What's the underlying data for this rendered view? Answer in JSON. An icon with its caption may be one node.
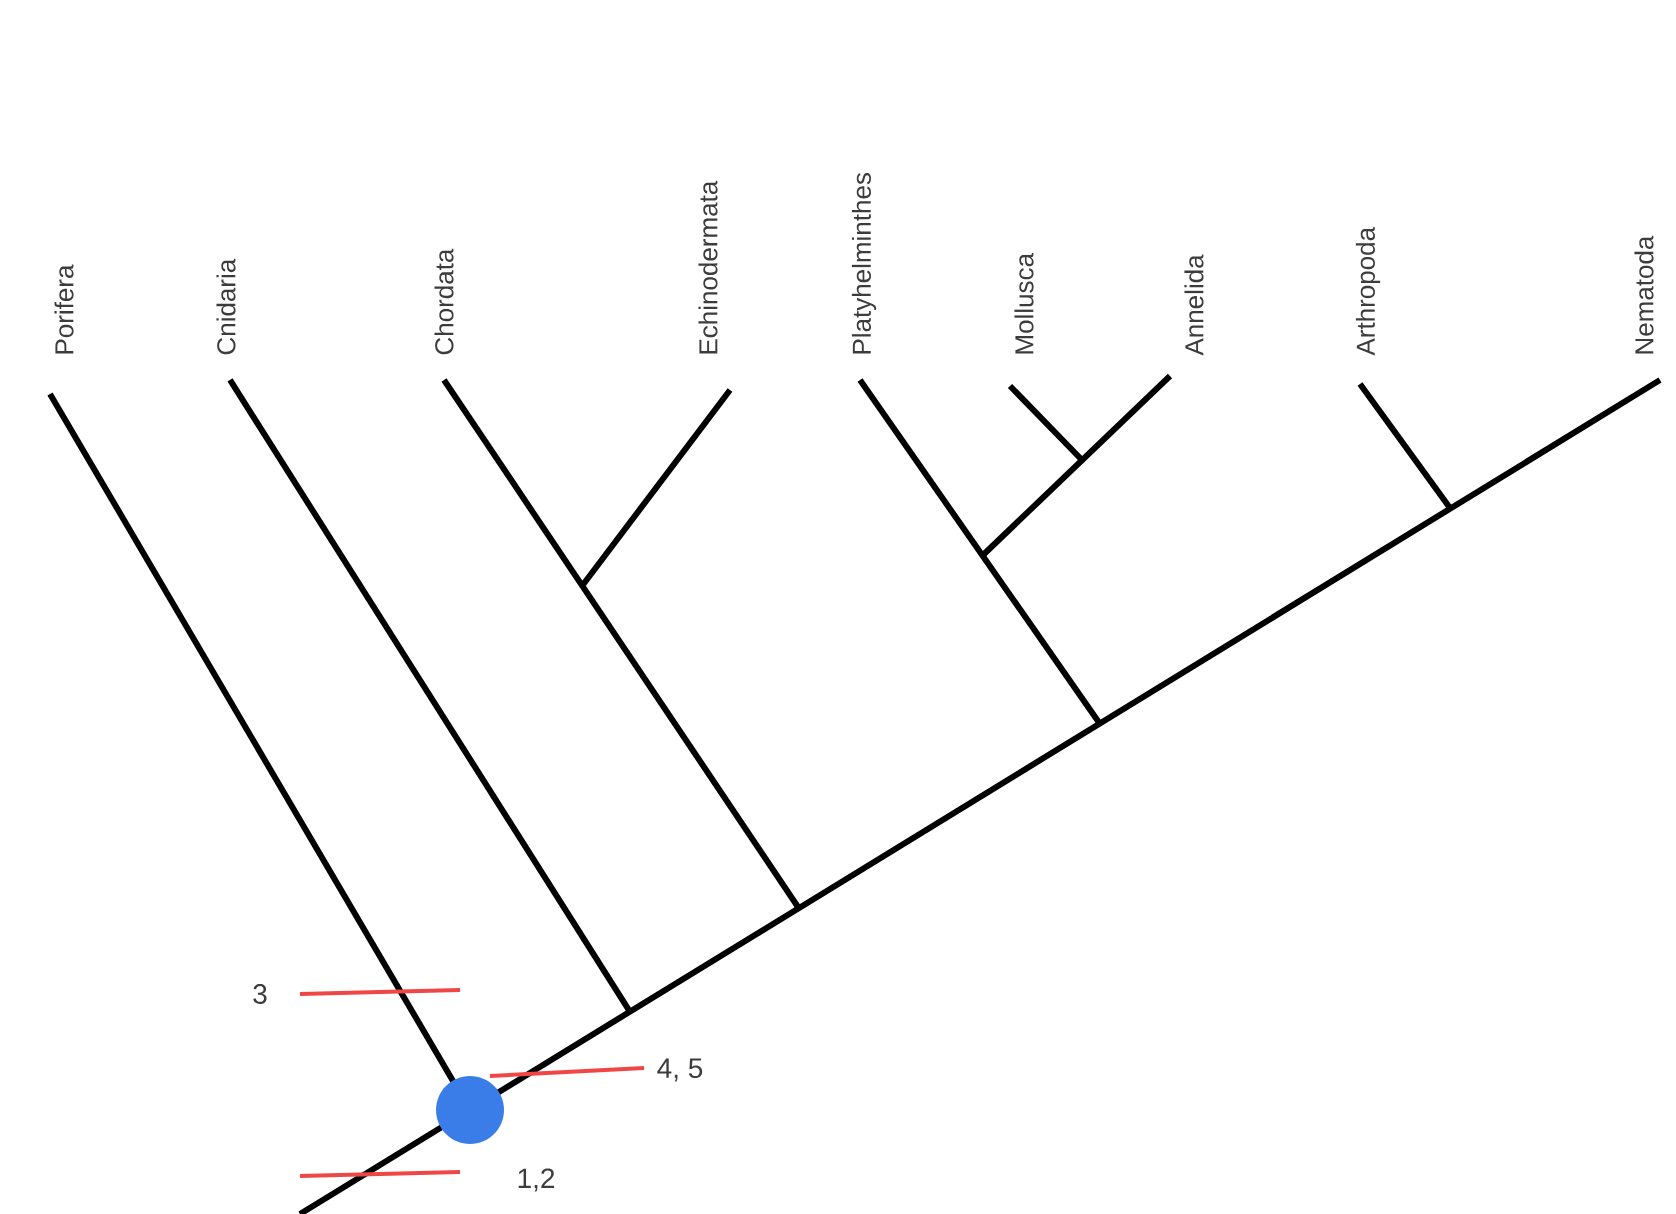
{
  "diagram": {
    "labels": [
      "Porifera",
      "Cnidaria",
      "Chordata",
      "Echinodermata",
      "Platyhelminthes",
      "Mollusca",
      "Annelida",
      "Arthropoda",
      "Nematoda",
      "3",
      "4, 5",
      "1,2"
    ]
  }
}
